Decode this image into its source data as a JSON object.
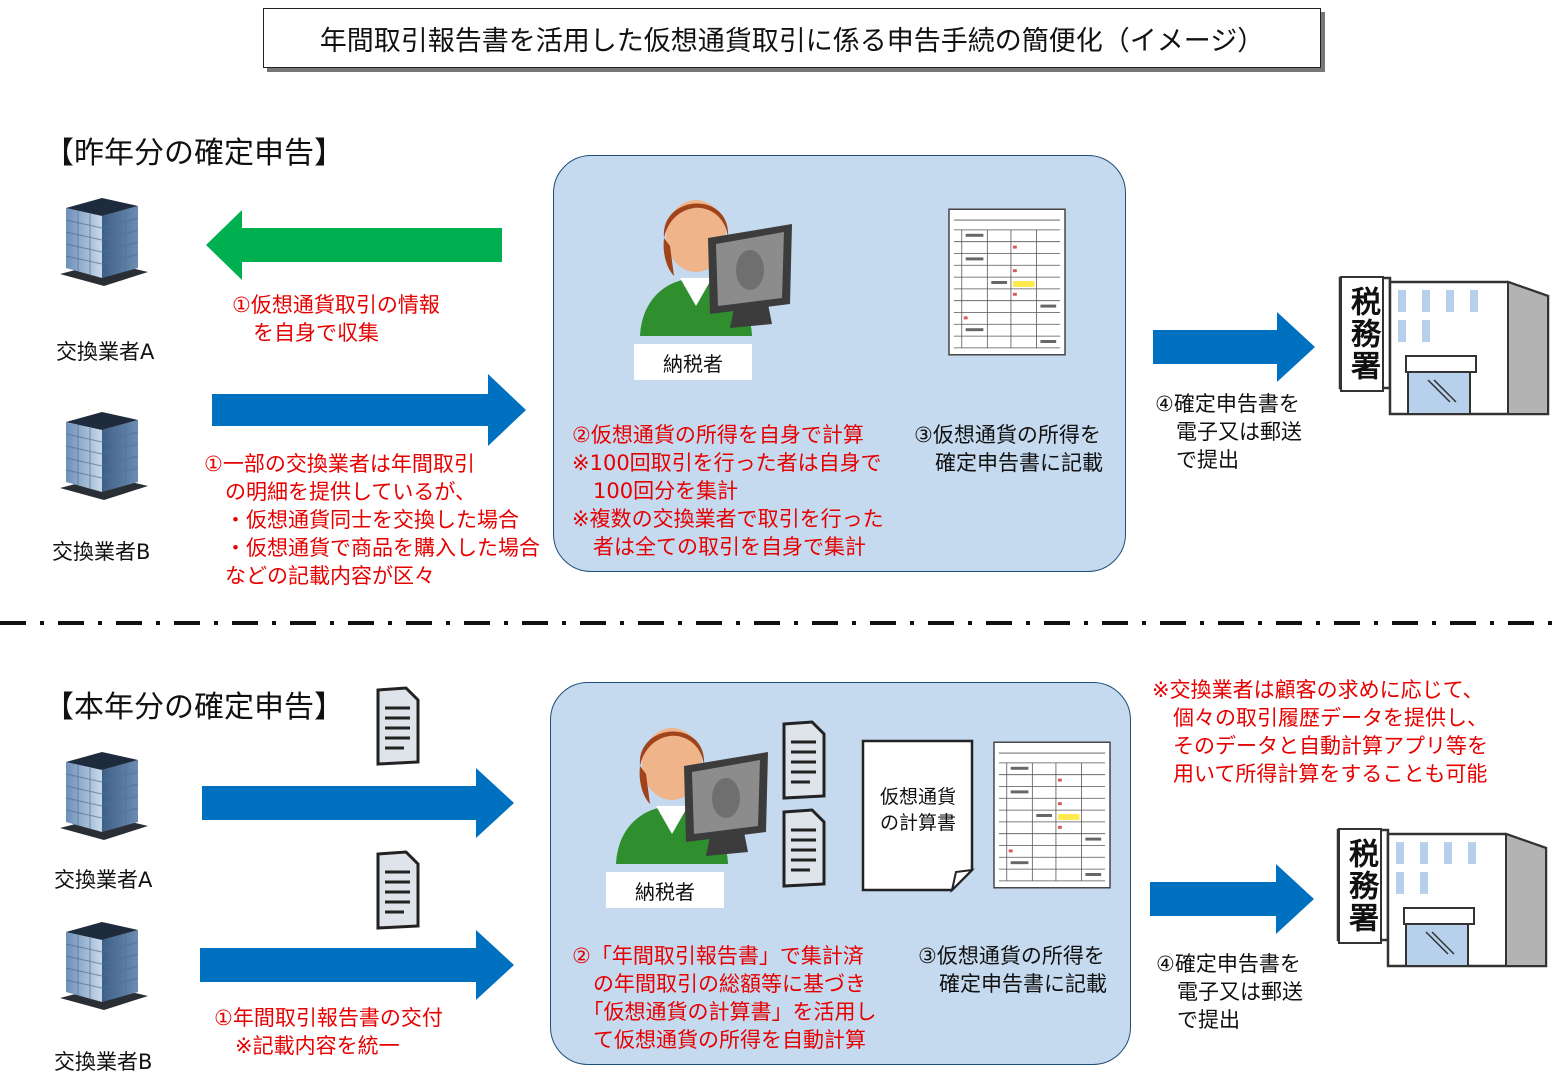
{
  "title": "年間取引報告書を活用した仮想通貨取引に係る申告手続の簡便化（イメージ）",
  "last_year": {
    "heading": "【昨年分の確定申告】",
    "exchange_a": "交換業者A",
    "exchange_b": "交換業者B",
    "step1a": "①仮想通貨取引の情報\n　を自身で収集",
    "step1b": "①一部の交換業者は年間取引\n　の明細を提供しているが、\n　・仮想通貨同士を交換した場合\n　・仮想通貨で商品を購入した場合\n　などの記載内容が区々",
    "taxpayer": "納税者",
    "step2": "②仮想通貨の所得を自身で計算\n※100回取引を行った者は自身で\n　100回分を集計\n※複数の交換業者で取引を行った\n　者は全ての取引を自身で集計",
    "step3": "③仮想通貨の所得を\n　確定申告書に記載",
    "step4": "④確定申告書を\n　電子又は郵送\n　で提出",
    "tax_office": "税務署"
  },
  "this_year": {
    "heading": "【本年分の確定申告】",
    "exchange_a": "交換業者A",
    "exchange_b": "交換業者B",
    "step1": "①年間取引報告書の交付\n　※記載内容を統一",
    "taxpayer": "納税者",
    "calc_doc": "仮想通貨\nの計算書",
    "step2": "②「年間取引報告書」で集計済\n　の年間取引の総額等に基づき\n　「仮想通貨の計算書」を活用し\n　て仮想通貨の所得を自動計算",
    "step3": "③仮想通貨の所得を\n　確定申告書に記載",
    "step4": "④確定申告書を\n　電子又は郵送\n　で提出",
    "note": "※交換業者は顧客の求めに応じて、\n　個々の取引履歴データを提供し、\n　そのデータと自動計算アプリ等を\n　用いて所得計算をすることも可能",
    "tax_office": "税務署"
  },
  "colors": {
    "blue_arrow": "#0070c0",
    "green_arrow": "#00b050",
    "red_text": "#e60000",
    "panel_fill": "#c5d9ef"
  }
}
